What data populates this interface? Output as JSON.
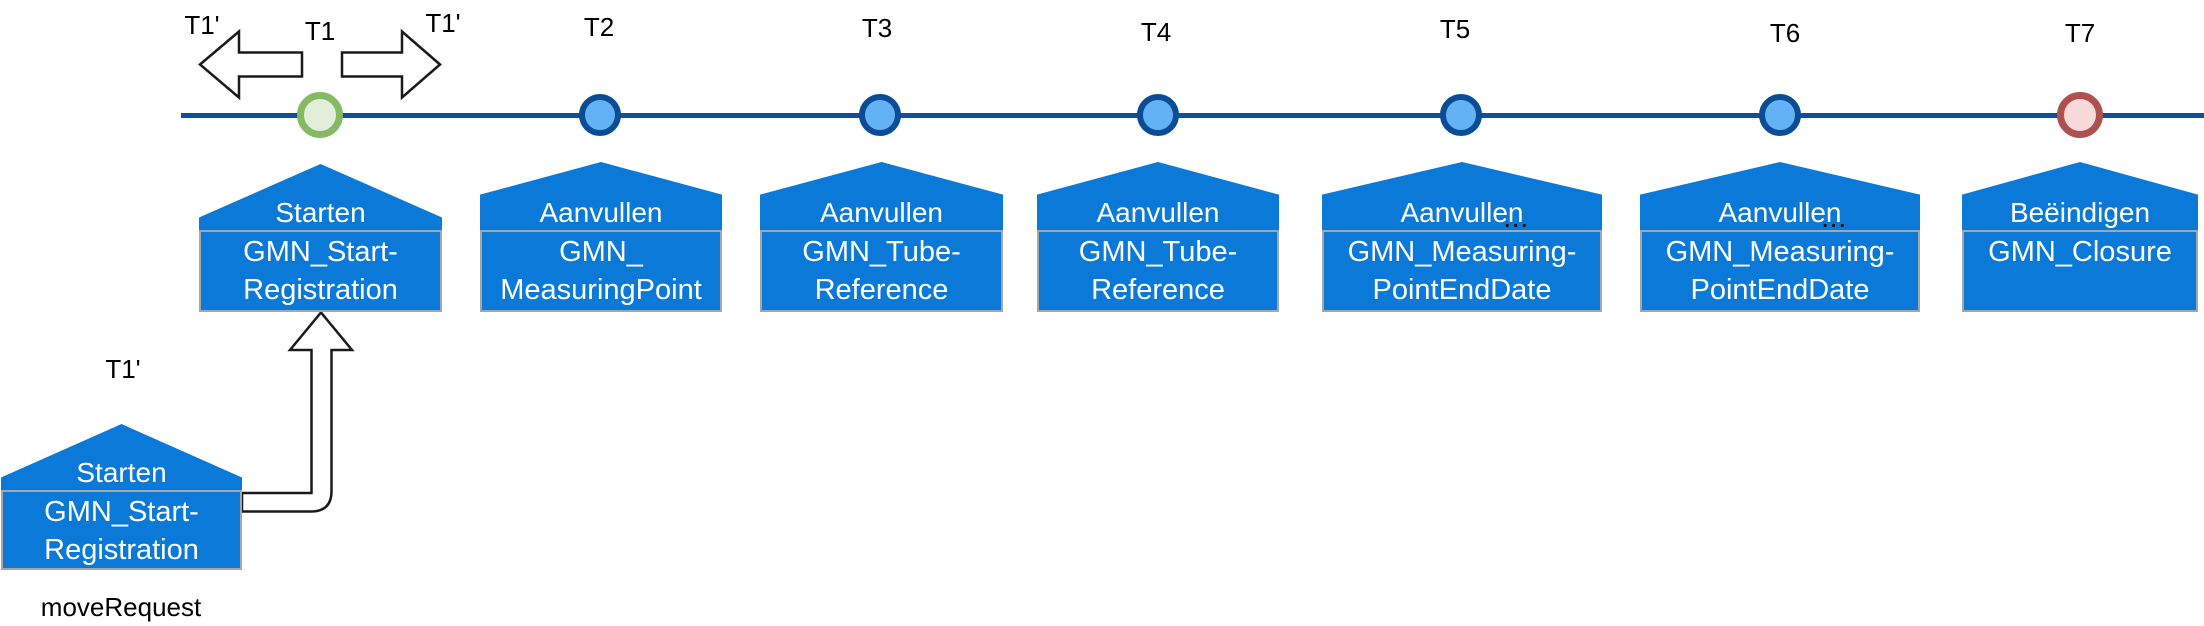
{
  "colors": {
    "house-blue": "#0b79d8",
    "timeline-blue": "#0f4f9d",
    "node-blue-fill": "#63b2f5",
    "node-blue-border": "#0a4c96",
    "node-green-fill": "#e3eedb",
    "node-green-border": "#84ba62",
    "node-red-fill": "#f6d9d8",
    "node-red-border": "#ad5050",
    "body-border": "#a6a6a6",
    "arrow-outline": "#1a1a1a"
  },
  "timeline": {
    "nodes": [
      {
        "label": "T1",
        "action": "Starten",
        "message": "GMN_Start-\nRegistration",
        "circle_fill": "#e3eedb",
        "circle_border": "#84ba62"
      },
      {
        "label": "T2",
        "action": "Aanvullen",
        "message": "GMN_\nMeasuringPoint",
        "circle_fill": "#63b2f5",
        "circle_border": "#0a4c96"
      },
      {
        "label": "T3",
        "action": "Aanvullen",
        "message": "GMN_Tube-\nReference",
        "circle_fill": "#63b2f5",
        "circle_border": "#0a4c96"
      },
      {
        "label": "T4",
        "action": "Aanvullen",
        "message": "GMN_Tube-\nReference",
        "circle_fill": "#63b2f5",
        "circle_border": "#0a4c96"
      },
      {
        "label": "T5",
        "action": "Aanvullen",
        "dots": "...",
        "message": "GMN_Measuring-\nPointEndDate",
        "circle_fill": "#63b2f5",
        "circle_border": "#0a4c96"
      },
      {
        "label": "T6",
        "action": "Aanvullen",
        "dots": "...",
        "message": "GMN_Measuring-\nPointEndDate",
        "circle_fill": "#63b2f5",
        "circle_border": "#0a4c96"
      },
      {
        "label": "T7",
        "action": "Beëindigen",
        "message": "GMN_Closure",
        "circle_fill": "#f6d9d8",
        "circle_border": "#ad5050"
      }
    ]
  },
  "move_markers": {
    "left_label": "T1'",
    "right_label": "T1'"
  },
  "detached_event": {
    "label": "T1'",
    "action": "Starten",
    "message": "GMN_Start-\nRegistration",
    "caption": "moveRequest"
  }
}
